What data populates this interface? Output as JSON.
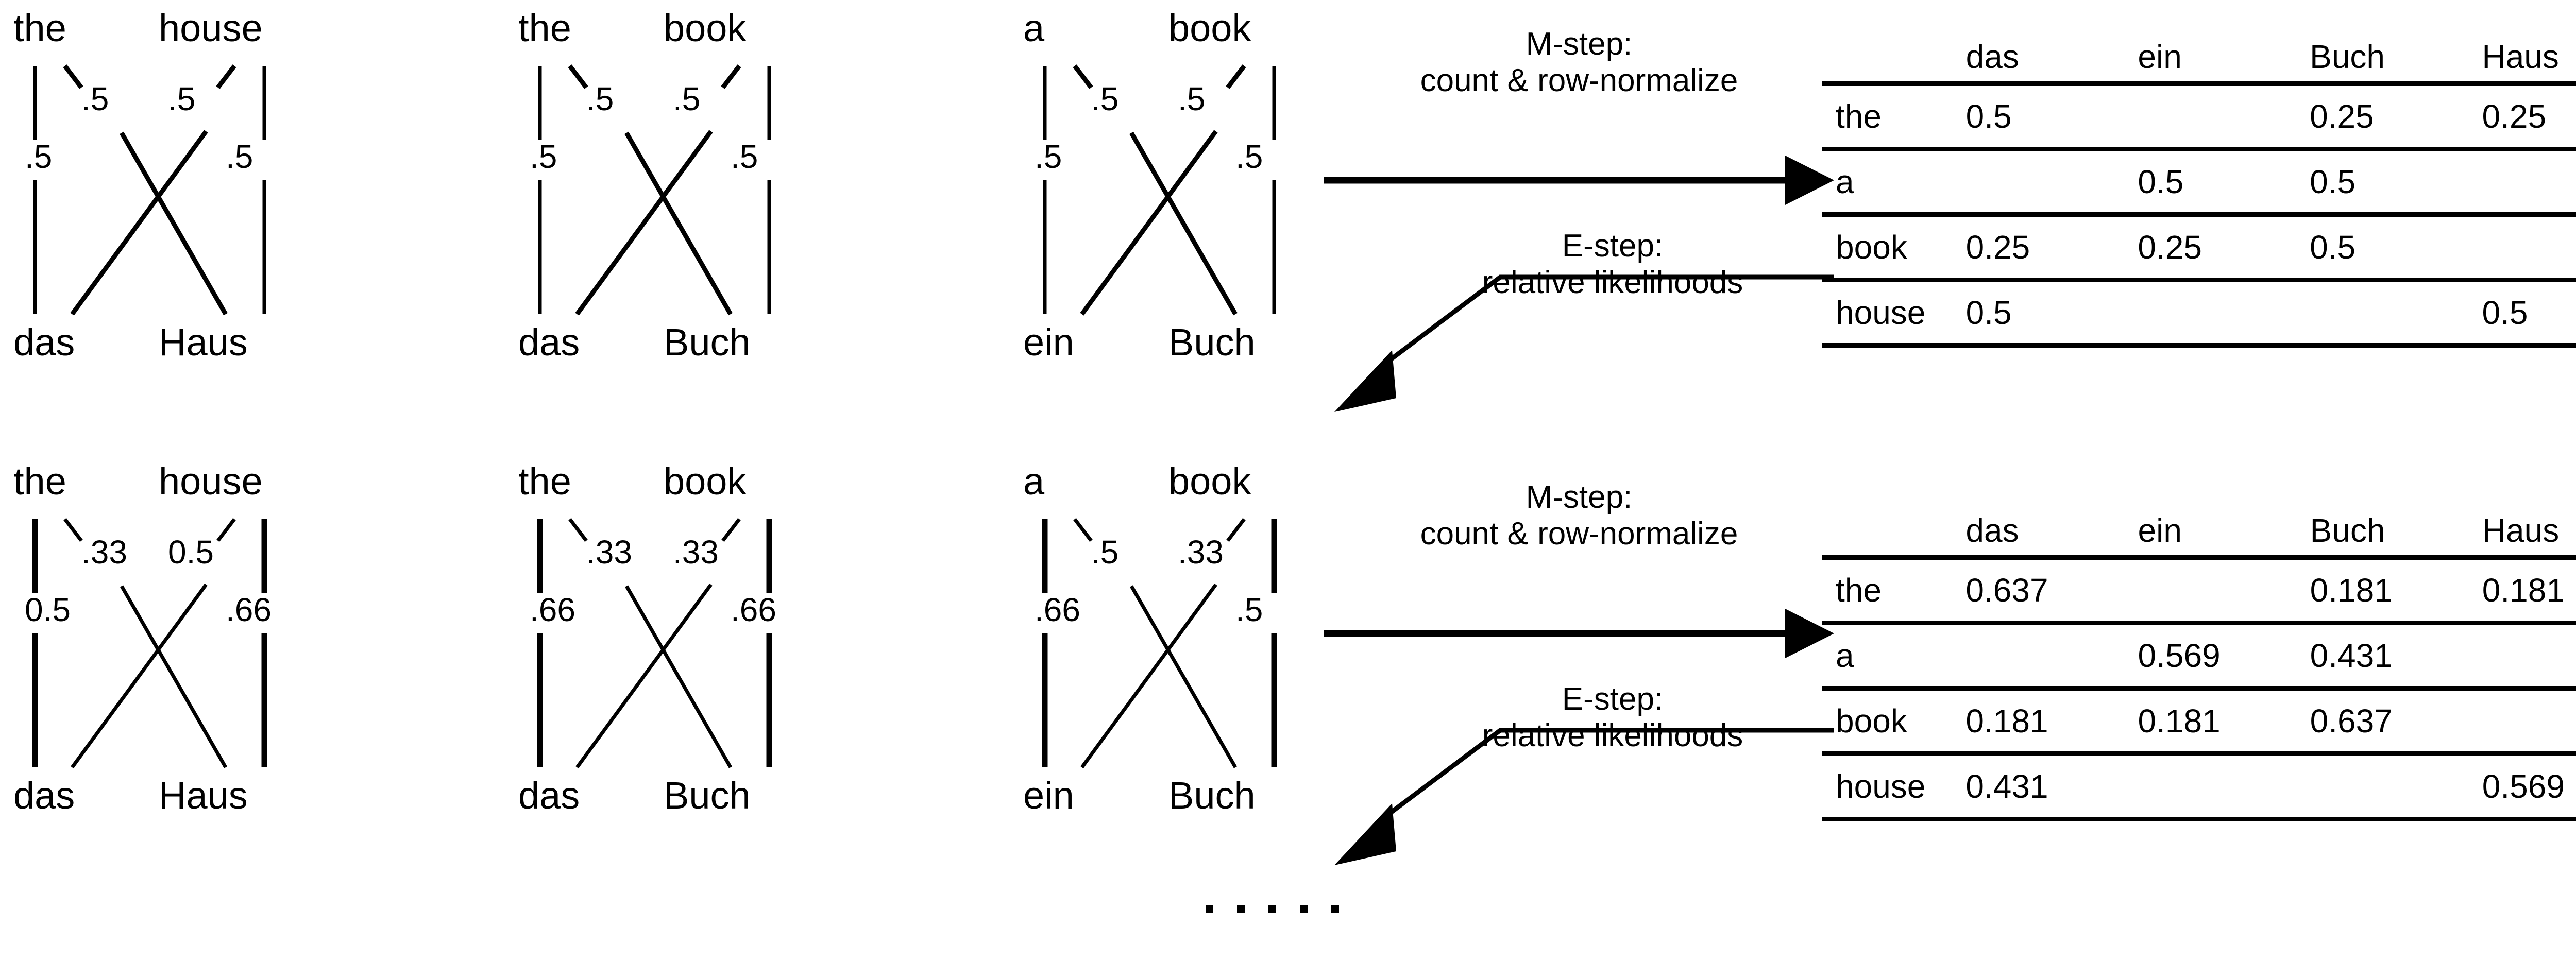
{
  "diagrams": [
    {
      "id": "iter1-sent1",
      "source_left": "the",
      "source_right": "house",
      "target_left": "das",
      "target_right": "Haus",
      "p_vert_left": ".5",
      "p_diag_left": ".5",
      "p_diag_right": ".5",
      "p_vert_right": ".5",
      "vert_weight": 7,
      "diag_weight": 9
    },
    {
      "id": "iter1-sent2",
      "source_left": "the",
      "source_right": "book",
      "target_left": "das",
      "target_right": "Buch",
      "p_vert_left": ".5",
      "p_diag_left": ".5",
      "p_diag_right": ".5",
      "p_vert_right": ".5",
      "vert_weight": 7,
      "diag_weight": 9
    },
    {
      "id": "iter1-sent3",
      "source_left": "a",
      "source_right": "book",
      "target_left": "ein",
      "target_right": "Buch",
      "p_vert_left": ".5",
      "p_diag_left": ".5",
      "p_diag_right": ".5",
      "p_vert_right": ".5",
      "vert_weight": 7,
      "diag_weight": 9
    },
    {
      "id": "iter2-sent1",
      "source_left": "the",
      "source_right": "house",
      "target_left": "das",
      "target_right": "Haus",
      "p_vert_left": "0.5",
      "p_diag_left": ".33",
      "p_diag_right": "0.5",
      "p_vert_right": ".66",
      "vert_weight": 11,
      "diag_weight": 7
    },
    {
      "id": "iter2-sent2",
      "source_left": "the",
      "source_right": "book",
      "target_left": "das",
      "target_right": "Buch",
      "p_vert_left": ".66",
      "p_diag_left": ".33",
      "p_diag_right": ".33",
      "p_vert_right": ".66",
      "vert_weight": 11,
      "diag_weight": 7
    },
    {
      "id": "iter2-sent3",
      "source_left": "a",
      "source_right": "book",
      "target_left": "ein",
      "target_right": "Buch",
      "p_vert_left": ".66",
      "p_diag_left": ".5",
      "p_diag_right": ".33",
      "p_vert_right": ".5",
      "vert_weight": 11,
      "diag_weight": 7
    }
  ],
  "steps": {
    "m_step_line1": "M-step:",
    "m_step_line2": "count & row-normalize",
    "e_step_line1": "E-step:",
    "e_step_line2": "relative likelihoods"
  },
  "tables": [
    {
      "id": "table-iter1",
      "corner": "",
      "columns": [
        "das",
        "ein",
        "Buch",
        "Haus"
      ],
      "rows": [
        {
          "label": "the",
          "values": [
            "0.5",
            "",
            "0.25",
            "0.25"
          ]
        },
        {
          "label": "a",
          "values": [
            "",
            "0.5",
            "0.5",
            ""
          ]
        },
        {
          "label": "book",
          "values": [
            "0.25",
            "0.25",
            "0.5",
            ""
          ]
        },
        {
          "label": "house",
          "values": [
            "0.5",
            "",
            "",
            "0.5"
          ]
        }
      ]
    },
    {
      "id": "table-iter2",
      "corner": "",
      "columns": [
        "das",
        "ein",
        "Buch",
        "Haus"
      ],
      "rows": [
        {
          "label": "the",
          "values": [
            "0.637",
            "",
            "0.181",
            "0.181"
          ]
        },
        {
          "label": "a",
          "values": [
            "",
            "0.569",
            "0.431",
            ""
          ]
        },
        {
          "label": "book",
          "values": [
            "0.181",
            "0.181",
            "0.637",
            ""
          ]
        },
        {
          "label": "house",
          "values": [
            "0.431",
            "",
            "",
            "0.569"
          ]
        }
      ]
    }
  ],
  "ellipsis": {
    "dot_count": 5
  },
  "colors": {
    "ink": "#000000",
    "paper": "#ffffff"
  }
}
